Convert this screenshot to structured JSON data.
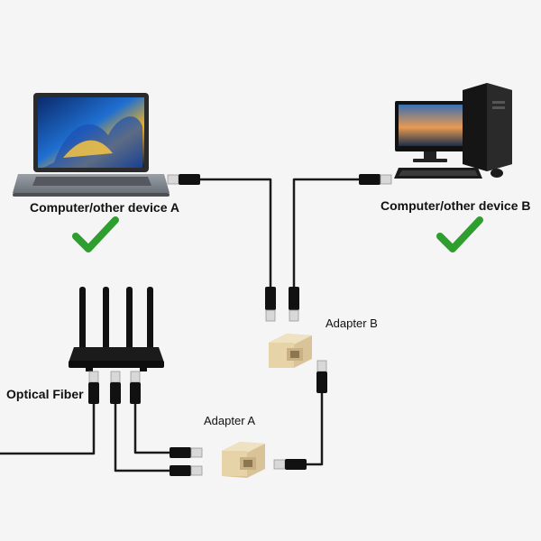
{
  "labels": {
    "device_a": "Computer/other device A",
    "device_b": "Computer/other device B",
    "adapter_a": "Adapter A",
    "adapter_b": "Adapter B",
    "optical_fiber": "Optical Fiber"
  },
  "icons": {
    "laptop": "laptop-icon",
    "desktop": "desktop-computer-icon",
    "router": "router-icon",
    "adapter": "rj45-coupler-icon",
    "connector": "rj45-connector-icon",
    "check": "checkmark-icon"
  },
  "colors": {
    "check": "#2e9e2e",
    "cable": "#1a1a1a",
    "adapter_body": "#e6d3a8",
    "connector_tip": "#d8d8d8"
  }
}
